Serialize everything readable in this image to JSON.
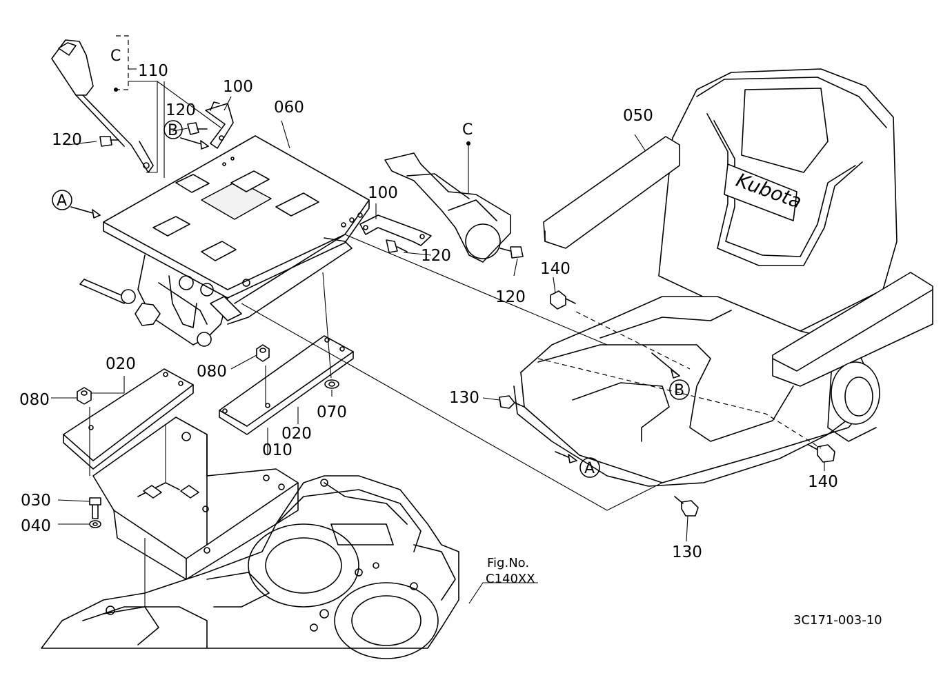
{
  "labels": {
    "p010": "010",
    "p020a": "020",
    "p020b": "020",
    "p030": "030",
    "p040": "040",
    "p050": "050",
    "p060": "060",
    "p070": "070",
    "p080a": "080",
    "p080b": "080",
    "p100a": "100",
    "p100b": "100",
    "p110": "110",
    "p120a": "120",
    "p120b": "120",
    "p120c": "120",
    "p120d": "120",
    "p130a": "130",
    "p130b": "130",
    "p140a": "140",
    "p140b": "140"
  },
  "refs": {
    "A1": "A",
    "A2": "A",
    "B1": "B",
    "B2": "B",
    "C1": "C",
    "C2": "C"
  },
  "seat_brand": "Kubota",
  "fig_ref": {
    "line1": "Fig.No.",
    "line2": "C140XX"
  },
  "drawing_number": "3C171-003-10"
}
